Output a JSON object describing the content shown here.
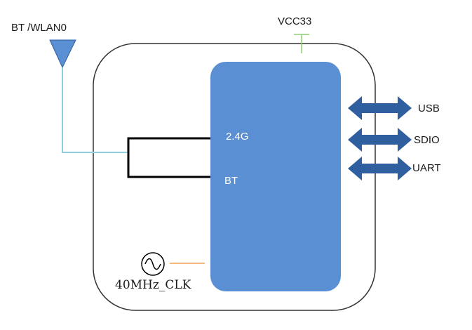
{
  "antenna": {
    "label": "BT /WLAN0"
  },
  "power": {
    "label": "VCC33"
  },
  "chip": {
    "ports": [
      "2.4G",
      "BT"
    ],
    "color": "#5b8fd4"
  },
  "interfaces": [
    {
      "label": "USB"
    },
    {
      "label": "SDIO"
    },
    {
      "label": "UART"
    }
  ],
  "clock": {
    "label": "40MHz_CLK"
  },
  "colors": {
    "arrow": "#2f5f9e",
    "antenna_line": "#8fcfe0",
    "vcc_line": "#8fcf6f",
    "clock_line": "#f0a050",
    "module_border": "#333333"
  }
}
